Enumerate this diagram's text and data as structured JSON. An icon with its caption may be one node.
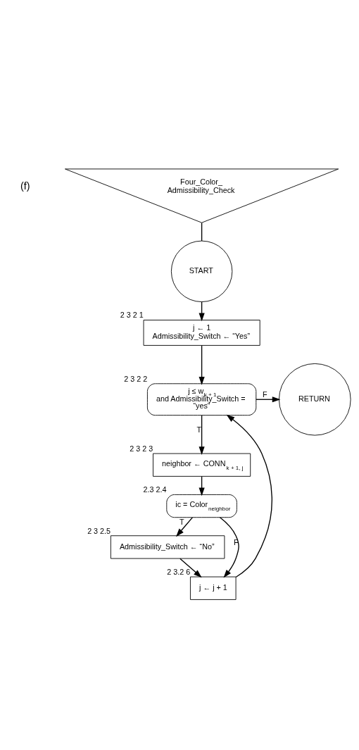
{
  "diagram": {
    "nodes": [
      {
        "text": [
          "Four_Color_ Admissibility_Check"
        ]
      },
      {
        "text": [
          "START"
        ]
      },
      {
        "text": [
          "j ← 1",
          "Admissibility_Switch ← “Yes”"
        ],
        "beside": [
          "2 3 2 1"
        ]
      },
      {
        "text": [
          "j ≤ w$_{k + 1}$ and Admissibility_Switch = “yes”"
        ],
        "beside": [
          "2 3 2 2"
        ]
      },
      {
        "text": [
          "RETURN"
        ]
      },
      {
        "text": [
          "neighbor ← CONN$_{k + 1, j}$"
        ],
        "beside": [
          "2 3 2 3"
        ]
      },
      {
        "text": [
          "ic = Color$_{neighbor}$"
        ],
        "beside": [
          "2.3 2.4"
        ]
      },
      {
        "text": [
          "Admissibility_Switch ← “No”"
        ],
        "beside": [
          "2 3 2.5"
        ]
      },
      {
        "text": [
          "j ← j + 1"
        ],
        "beside": [
          "2 3.2 6"
        ]
      }
    ],
    "edges": [
      {
        "from": 0,
        "to": 1,
        "arrow": "none"
      },
      {
        "from": 1,
        "to": 2,
        "arrow": "to"
      },
      {
        "from": 2,
        "to": 3,
        "arrow": "to"
      },
      {
        "from": 3,
        "to": 4,
        "arrow": "to",
        "label": "F"
      },
      {
        "from": 3,
        "to": 5,
        "arrow": "to",
        "label": "T"
      },
      {
        "from": 5,
        "to": 6,
        "arrow": "to"
      },
      {
        "from": 6,
        "to": 7,
        "arrow": "to",
        "label": "T"
      },
      {
        "from": 6,
        "to": 8,
        "arrow": "to",
        "label": "F"
      },
      {
        "from": 7,
        "to": 8,
        "arrow": "to"
      },
      {
        "from": 8,
        "to": 3,
        "arrow": "to"
      }
    ],
    "labels": [
      "(f)"
    ]
  }
}
